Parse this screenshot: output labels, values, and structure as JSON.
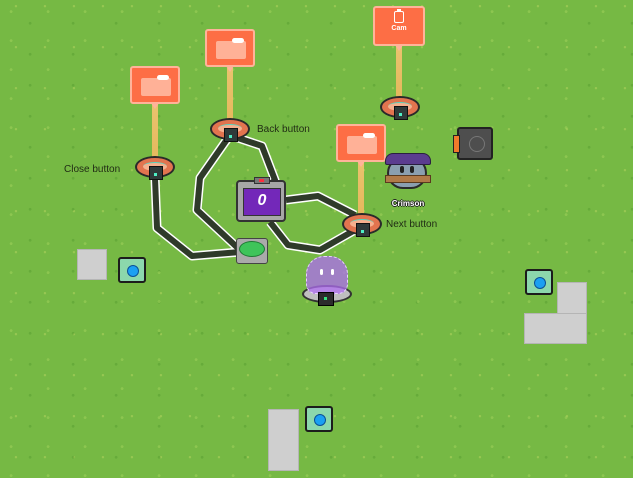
{
  "scene": {
    "type": "game-editor-map",
    "grass_color": "#76b944"
  },
  "devices": {
    "buttons": [
      {
        "id": "close",
        "label": "Close button",
        "popup_icon": "folder-icon"
      },
      {
        "id": "back",
        "label": "Back button",
        "popup_icon": "folder-icon"
      },
      {
        "id": "next",
        "label": "Next button",
        "popup_icon": "folder-icon"
      },
      {
        "id": "cam",
        "label": "",
        "popup_icon": "clipboard-icon",
        "popup_text": "Cam"
      }
    ],
    "counter": {
      "value": "0",
      "screen_color": "#7328b9"
    },
    "green_button": {
      "color": "#3ec45a"
    },
    "spawn_pads": 3,
    "barriers": 3
  },
  "player": {
    "name": "Crimson"
  },
  "colors": {
    "popup": "#fd6e45",
    "popup_border": "#ffb39a",
    "wire": "#2f3a2a",
    "spawn_dot": "#1ba0f2"
  }
}
